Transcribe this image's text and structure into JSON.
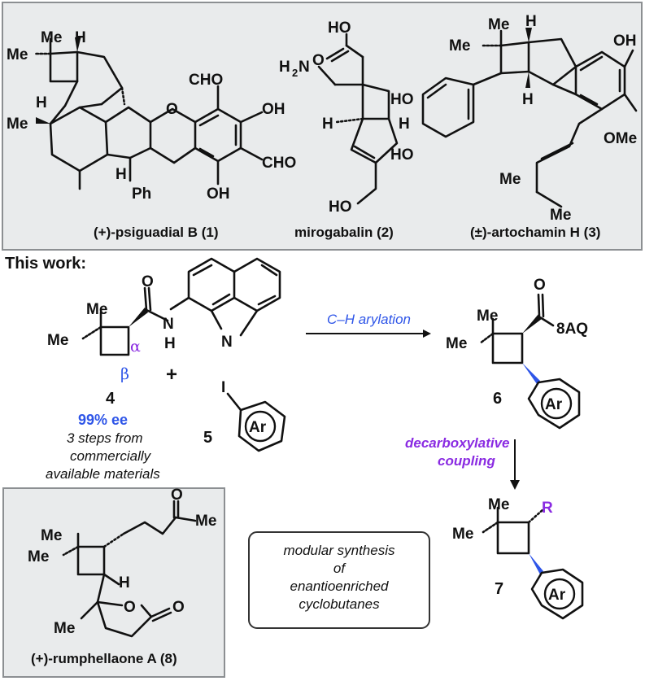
{
  "colors": {
    "panel_fill": "#e9ebec",
    "panel_border": "#8c8f92",
    "blue": "#2e55e8",
    "purple": "#8a2be2"
  },
  "top_panel": {
    "compound1": {
      "caption": "(+)-psiguadial B (1)",
      "labels": {
        "me_top": "Me",
        "me_left": "Me",
        "h_top": "H",
        "h_left": "H",
        "me_low": "Me",
        "o": "O",
        "cho_top": "CHO",
        "oh_right": "OH",
        "cho_right": "CHO",
        "oh_bottom": "OH",
        "h_bottom": "H",
        "ph": "Ph"
      }
    },
    "compound2": {
      "caption": "mirogabalin (2)",
      "labels": {
        "ho_top": "HO",
        "o": "O",
        "h2n": "H",
        "h2n_sub": "2",
        "h2n_n": "N",
        "h_left": "H",
        "h_right": "H",
        "ho_bottom": "HO"
      }
    },
    "compound3": {
      "caption": "(±)-artochamin H (3)",
      "labels": {
        "me_top": "Me",
        "me_left": "Me",
        "h_top": "H",
        "oh": "OH",
        "ho_1": "HO",
        "ho_2": "HO",
        "h_mid": "H",
        "ome": "OMe",
        "me_a": "Me",
        "me_b": "Me"
      }
    }
  },
  "this_work": {
    "heading": "This work:",
    "sm4": {
      "me_top": "Me",
      "me_left": "Me",
      "o": "O",
      "nh_n": "N",
      "nh_h": "H",
      "n_ring": "N",
      "alpha": "α",
      "beta": "β",
      "number": "4"
    },
    "plus": "+",
    "sm5": {
      "iodo": "I",
      "ar": "Ar",
      "number": "5"
    },
    "ee": "99% ee",
    "notes": [
      "3 steps from",
      "commercially",
      "available materials"
    ],
    "arrow1_label": "C–H arylation",
    "product6": {
      "o": "O",
      "aq": "8AQ",
      "me_top": "Me",
      "me_left": "Me",
      "ar": "Ar",
      "number": "6"
    },
    "arrow2_label": [
      "decarboxylative",
      "coupling"
    ],
    "product7": {
      "me_top": "Me",
      "me_left": "Me",
      "r": "R",
      "ar": "Ar",
      "number": "7"
    },
    "callout": [
      "modular synthesis",
      "of",
      "enantioenriched",
      "cyclobutanes"
    ],
    "compound8": {
      "caption": "(+)-rumphellaone A (8)",
      "labels": {
        "o_top": "O",
        "me_right": "Me",
        "me_top": "Me",
        "me_left": "Me",
        "h": "H",
        "o_ring": "O",
        "o_lactone": "O",
        "me_low": "Me"
      }
    }
  }
}
